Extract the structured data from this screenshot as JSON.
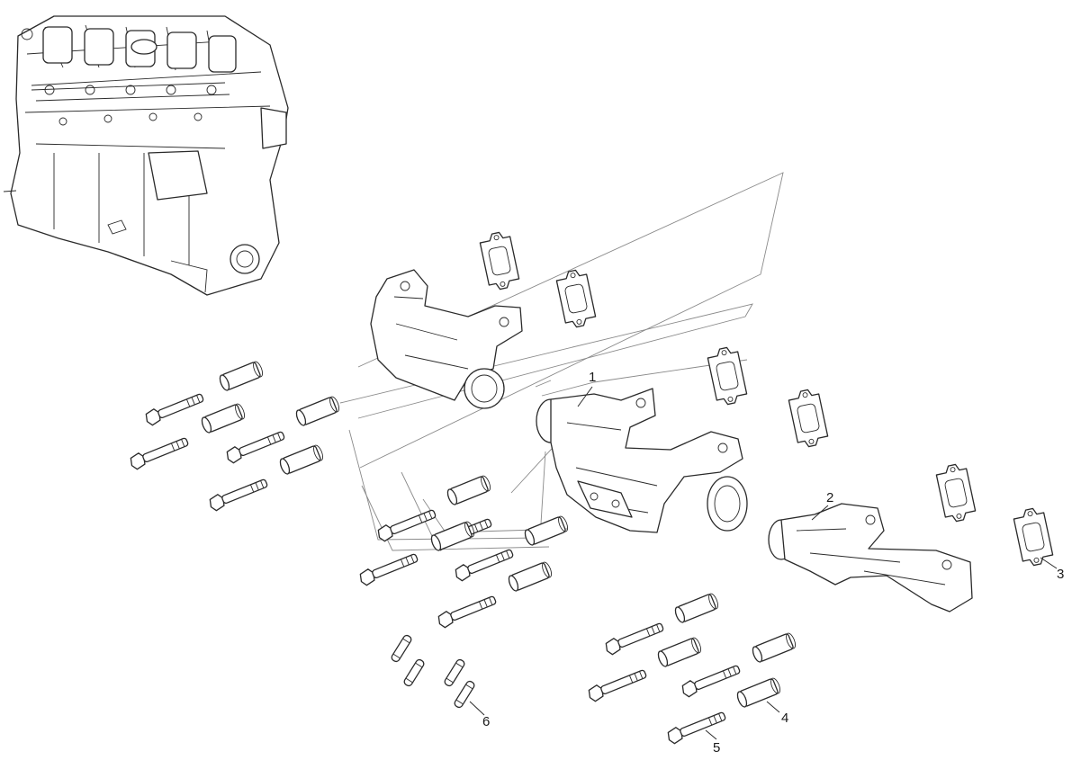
{
  "callouts": [
    {
      "id": "1",
      "label": "1"
    },
    {
      "id": "2",
      "label": "2"
    },
    {
      "id": "3",
      "label": "3"
    },
    {
      "id": "4",
      "label": "4"
    },
    {
      "id": "5",
      "label": "5"
    },
    {
      "id": "6",
      "label": "6"
    }
  ],
  "parts": {
    "engine": "engine-block",
    "manifold_sections": 3,
    "gaskets": 6,
    "bolts": 12,
    "spacers": 12,
    "dowel_pins": 4
  },
  "colors": {
    "line": "#2a2a2a",
    "guide": "#8a8a8a",
    "background": "#ffffff"
  }
}
